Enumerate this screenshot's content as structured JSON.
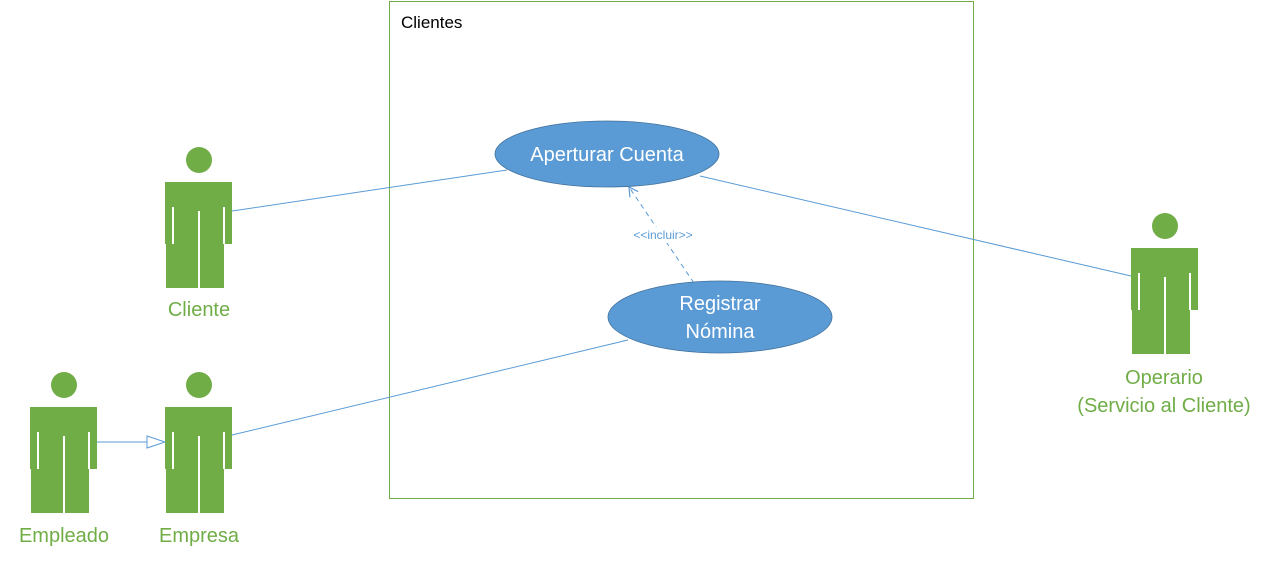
{
  "colors": {
    "actor": "#70ad47",
    "usecase_fill": "#5b9bd5",
    "line": "#5b9bd5",
    "system_border": "#70ad47",
    "background": "#ffffff"
  },
  "system": {
    "title": "Clientes"
  },
  "actors": [
    {
      "id": "cliente",
      "label": "Cliente",
      "icon": "stick-figure-icon"
    },
    {
      "id": "empleado",
      "label": "Empleado",
      "icon": "stick-figure-icon"
    },
    {
      "id": "empresa",
      "label": "Empresa",
      "icon": "stick-figure-icon"
    },
    {
      "id": "operario",
      "label_lines": [
        "Operario",
        "(Servicio al Cliente)"
      ],
      "icon": "stick-figure-icon"
    }
  ],
  "usecases": [
    {
      "id": "apertura",
      "label_lines": [
        "Aperturar Cuenta"
      ]
    },
    {
      "id": "nomina",
      "label_lines": [
        "Registrar",
        "Nómina"
      ]
    }
  ],
  "relationships": [
    {
      "type": "association",
      "from": "cliente",
      "to": "apertura"
    },
    {
      "type": "association",
      "from": "operario",
      "to": "apertura"
    },
    {
      "type": "association",
      "from": "empresa",
      "to": "nomina"
    },
    {
      "type": "generalization",
      "from": "empleado",
      "to": "empresa"
    },
    {
      "type": "include",
      "from": "nomina",
      "to": "apertura",
      "label": "<<incluir>>"
    }
  ]
}
